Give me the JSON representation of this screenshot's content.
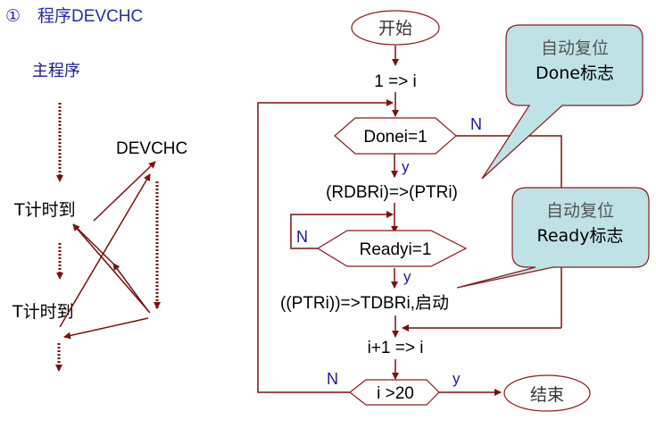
{
  "title": {
    "marker": "①",
    "text": "程序DEVCHC"
  },
  "colors": {
    "title": "#2a2ab0",
    "line": "#7b1010",
    "label_blue": "#1a1aa0",
    "callout_fill": "#bfe2e6",
    "text": "#000000"
  },
  "left": {
    "main_program": "主程序",
    "devchc": "DEVCHC",
    "timer1": "T计时到",
    "timer2": "T计时到"
  },
  "flow": {
    "start": "开始",
    "init": "1 => i",
    "done_check": "Donei=1",
    "done_no": "N",
    "done_yes": "y",
    "read_step": "(RDBRi)=>(PTRi)",
    "ready_no": "N",
    "ready_check": "Readyi=1",
    "ready_yes": "y",
    "write_step": "((PTRi))=>TDBRi,启动",
    "increment": "i+1 => i",
    "loop_no": "N",
    "loop_check": "i >20",
    "loop_yes": "y",
    "end": "结束"
  },
  "callouts": {
    "done": {
      "line1": "自动复位",
      "line2": "Done标志"
    },
    "ready": {
      "line1": "自动复位",
      "line2": "Ready标志"
    }
  }
}
